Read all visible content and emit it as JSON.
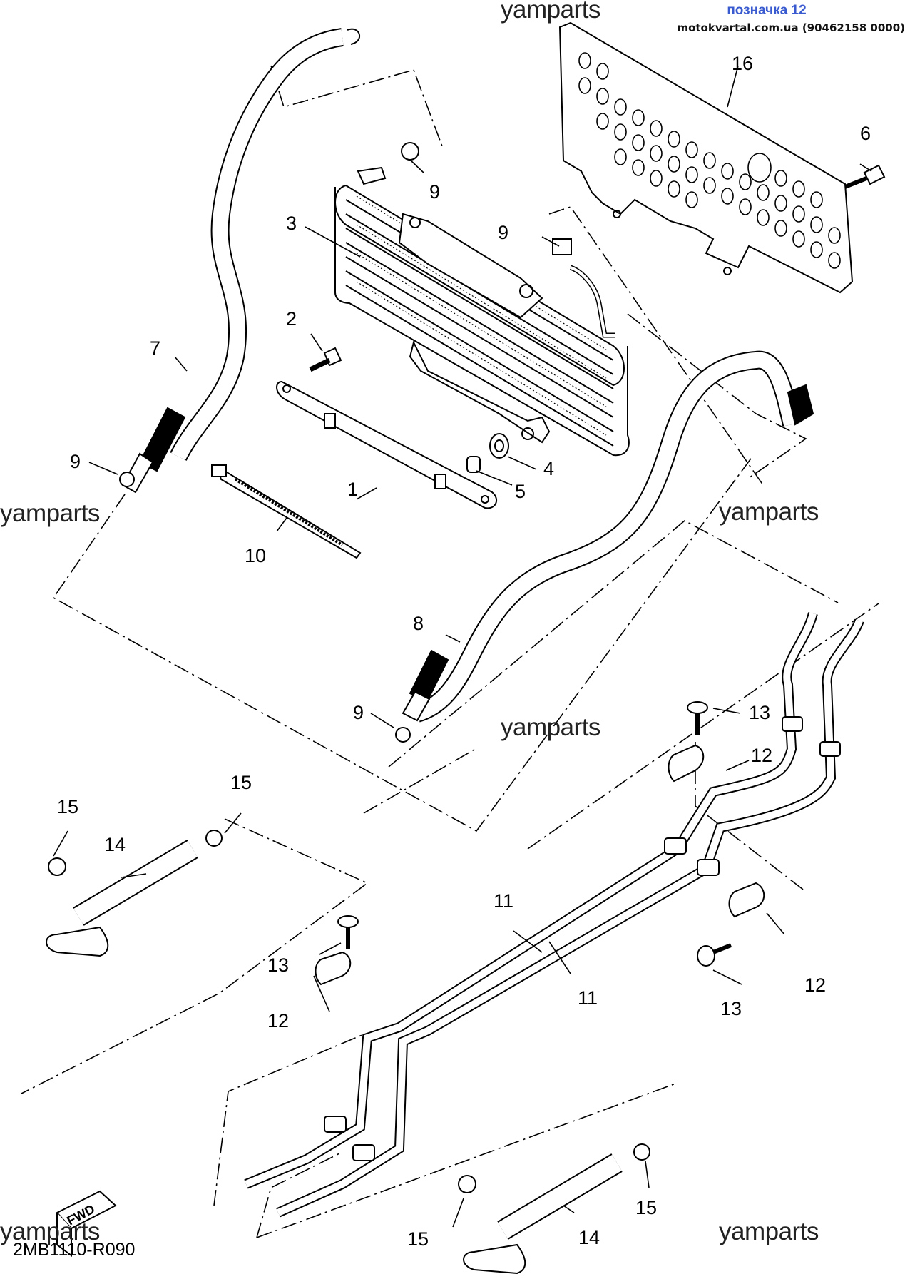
{
  "header": {
    "title": "позначка 12",
    "source": "motokvartal.com.ua (90462158 0000)"
  },
  "watermark": "yamparts",
  "diagram_code": "2MB1110-R090",
  "fwd_label": "FWD",
  "callouts": [
    "1",
    "2",
    "3",
    "4",
    "5",
    "6",
    "7",
    "8",
    "9",
    "10",
    "11",
    "12",
    "13",
    "14",
    "15",
    "16"
  ]
}
